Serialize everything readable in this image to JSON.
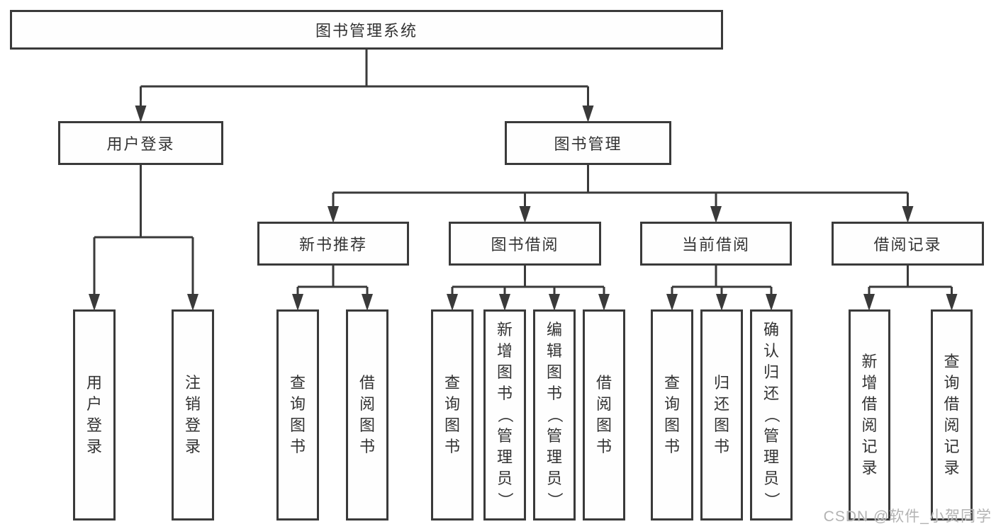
{
  "diagram_title": "图书管理系统",
  "tree": {
    "label": "图书管理系统",
    "children": [
      {
        "label": "用户登录",
        "children": [
          {
            "label": "用户登录"
          },
          {
            "label": "注销登录"
          }
        ]
      },
      {
        "label": "图书管理",
        "children": [
          {
            "label": "新书推荐",
            "children": [
              {
                "label": "查询图书"
              },
              {
                "label": "借阅图书"
              }
            ]
          },
          {
            "label": "图书借阅",
            "children": [
              {
                "label": "查询图书"
              },
              {
                "label": "新增图书（管理员）"
              },
              {
                "label": "编辑图书（管理员）"
              },
              {
                "label": "借阅图书"
              }
            ]
          },
          {
            "label": "当前借阅",
            "children": [
              {
                "label": "查询图书"
              },
              {
                "label": "归还图书"
              },
              {
                "label": "确认归还（管理员）"
              }
            ]
          },
          {
            "label": "借阅记录",
            "children": [
              {
                "label": "新增借阅记录"
              },
              {
                "label": "查询借阅记录"
              }
            ]
          }
        ]
      }
    ]
  },
  "watermark": "CSDN @软件_小贺同学",
  "colors": {
    "line": "#3a3a3a",
    "box_border": "#3a3a3a",
    "text": "#333333",
    "background": "#ffffff",
    "watermark": "#b3b3b3"
  }
}
